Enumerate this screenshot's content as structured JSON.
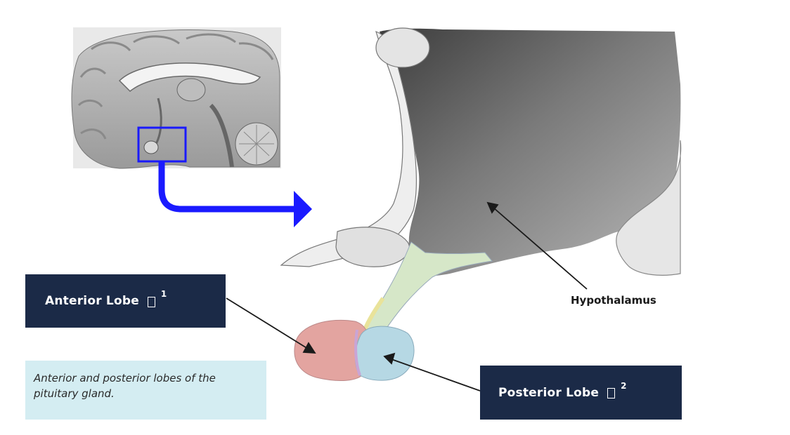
{
  "labels": {
    "anterior": {
      "text": "Anterior Lobe",
      "ref": "1"
    },
    "posterior": {
      "text": "Posterior Lobe",
      "ref": "2"
    },
    "hypothalamus": "Hypothalamus"
  },
  "caption": "Anterior and posterior lobes of the pituitary gland.",
  "colors": {
    "label_bg": "#1b2a47",
    "caption_bg": "#d4edf2",
    "arrow_blue": "#1a1aff",
    "anterior_lobe": "#e3a4a0",
    "posterior_lobe": "#b6d8e4"
  }
}
